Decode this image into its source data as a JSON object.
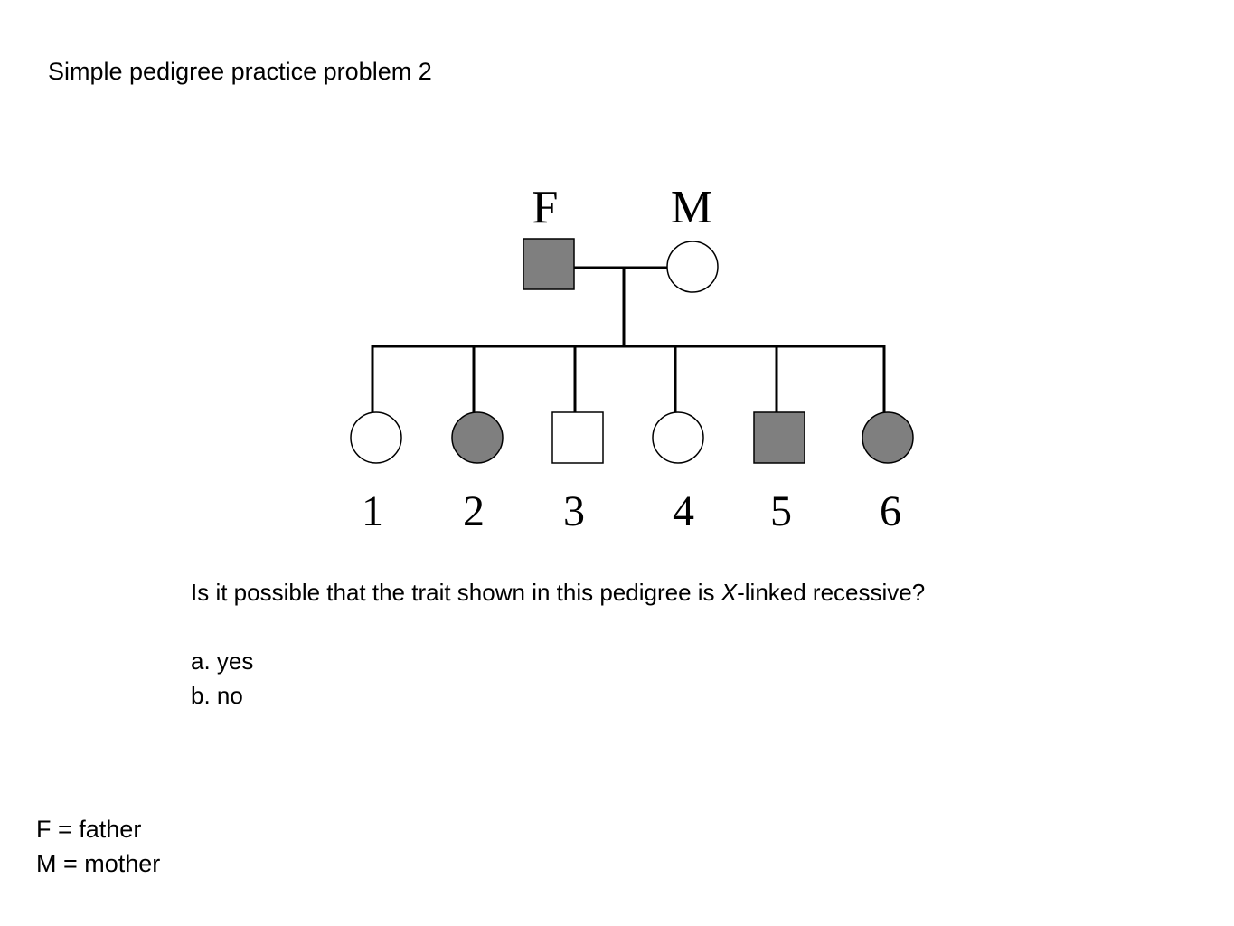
{
  "title": "Simple pedigree practice problem 2",
  "pedigree": {
    "parents": [
      {
        "label": "F",
        "sex": "male",
        "affected": true
      },
      {
        "label": "M",
        "sex": "female",
        "affected": false
      }
    ],
    "children": [
      {
        "label": "1",
        "sex": "female",
        "affected": false
      },
      {
        "label": "2",
        "sex": "female",
        "affected": true
      },
      {
        "label": "3",
        "sex": "male",
        "affected": false
      },
      {
        "label": "4",
        "sex": "female",
        "affected": false
      },
      {
        "label": "5",
        "sex": "male",
        "affected": true
      },
      {
        "label": "6",
        "sex": "female",
        "affected": true
      }
    ],
    "colors": {
      "affected": "#7f7f7f",
      "unaffected": "#ffffff",
      "stroke": "#000000"
    }
  },
  "question": {
    "before": "Is it possible that the trait shown in this pedigree is ",
    "italic": "X",
    "after": "-linked recessive?",
    "options": [
      "a. yes",
      "b. no"
    ]
  },
  "legend": [
    "F = father",
    "M = mother"
  ]
}
